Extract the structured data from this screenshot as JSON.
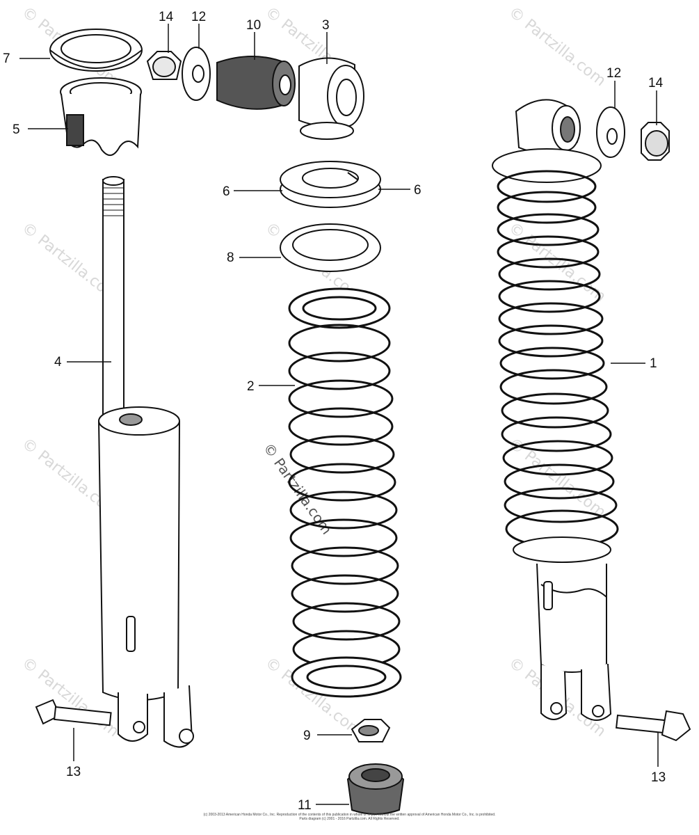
{
  "watermark": "© Partzilla.com",
  "callouts": {
    "c1": "1",
    "c2": "2",
    "c3": "3",
    "c4": "4",
    "c5": "5",
    "c6a": "6",
    "c6b": "6",
    "c7": "7",
    "c8": "8",
    "c9": "9",
    "c10": "10",
    "c11": "11",
    "c12a": "12",
    "c12b": "12",
    "c13a": "13",
    "c13b": "13",
    "c14a": "14",
    "c14b": "14"
  },
  "footer": {
    "line1": "(c) 2003-2013 American Honda Motor Co., Inc. Reproduction of the contents of this publication in whole or in part without the written approval of American Honda Motor Co., Inc. is prohibited.",
    "line2": "Parts diagram (c) 2001 - 2016 Partzilla.com. All Rights Reserved."
  }
}
